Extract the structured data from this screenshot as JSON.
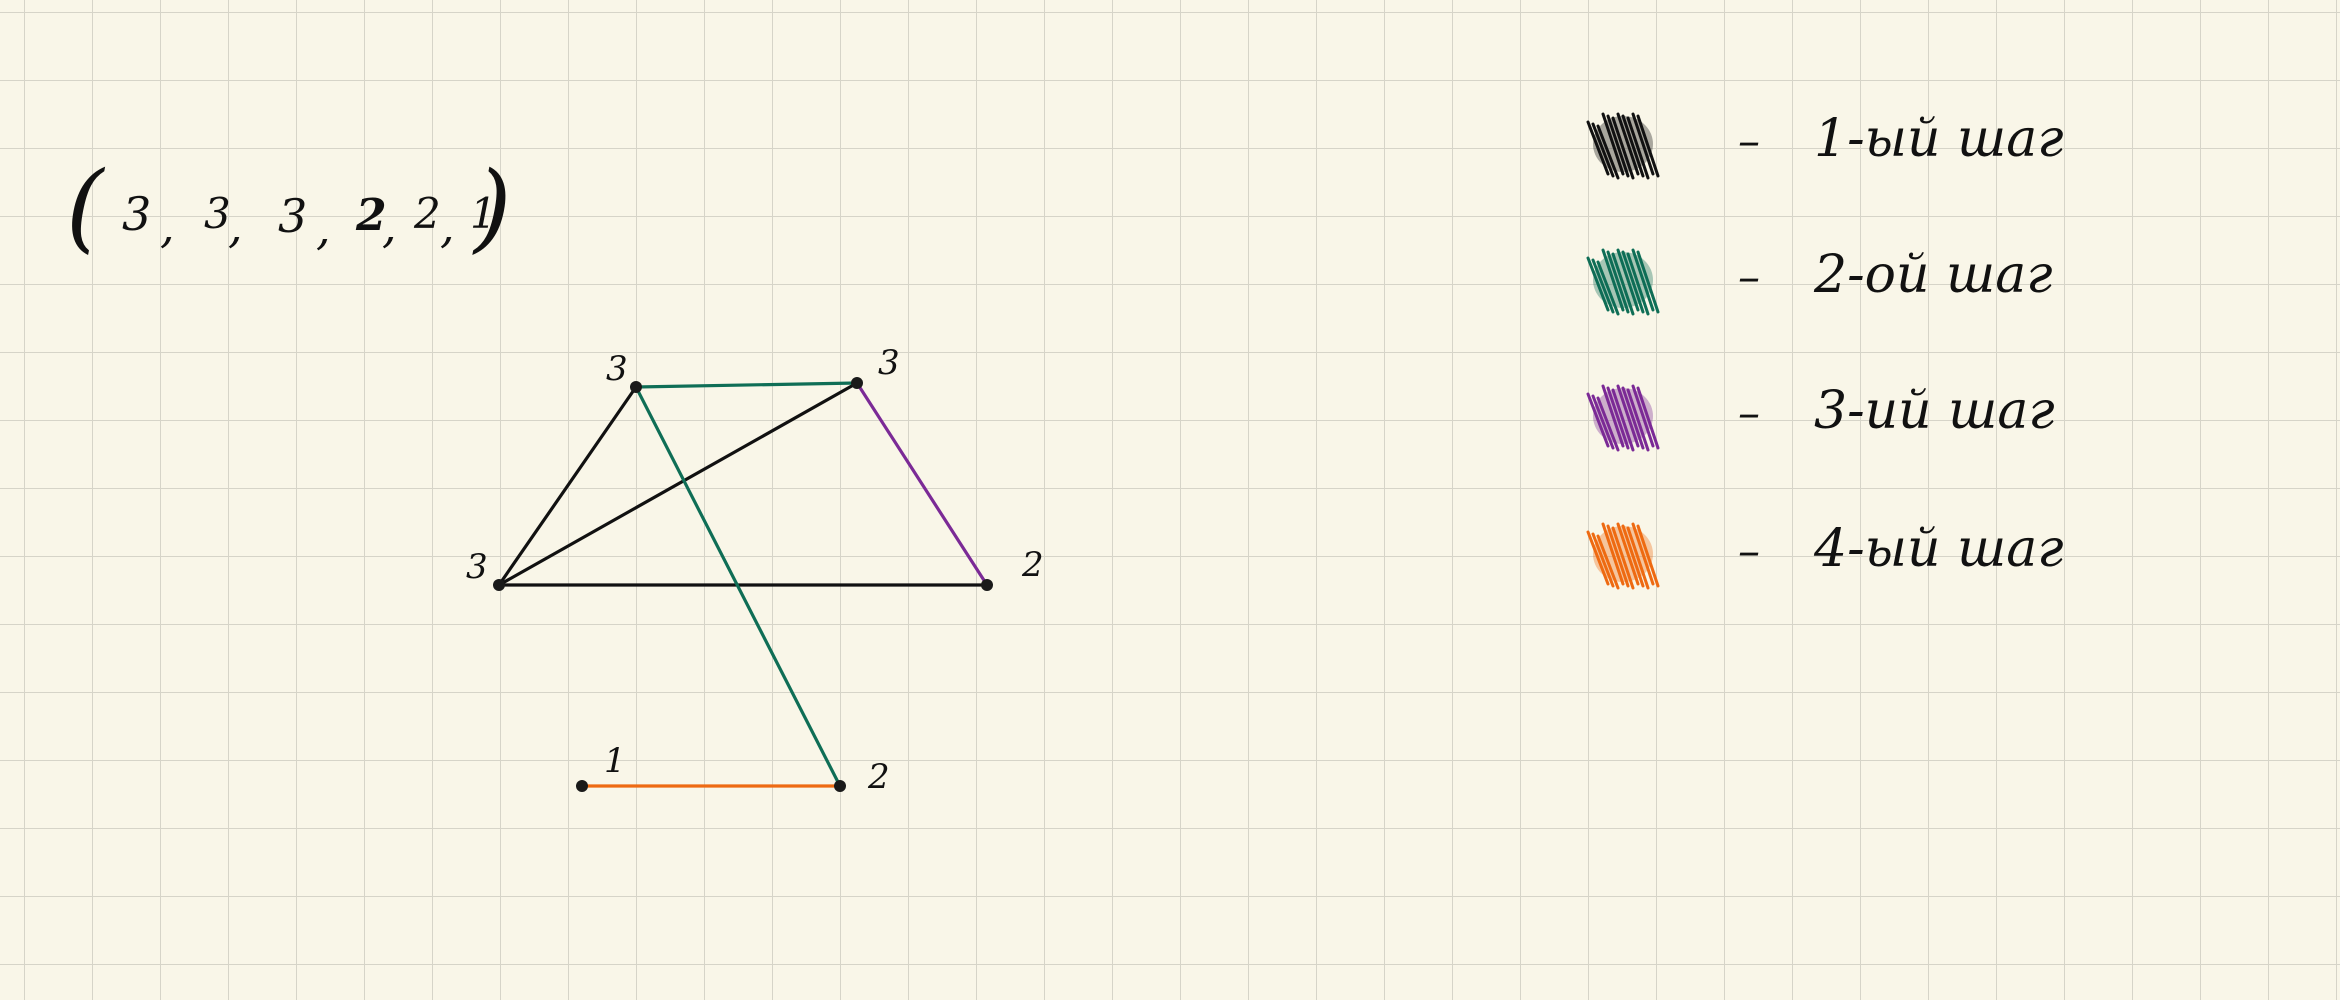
{
  "sequence": {
    "values": [
      "3",
      "3",
      "3",
      "2",
      "2",
      "1"
    ]
  },
  "graph": {
    "nodes": [
      {
        "id": "a",
        "label": "3"
      },
      {
        "id": "b",
        "label": "3"
      },
      {
        "id": "c",
        "label": "3"
      },
      {
        "id": "d",
        "label": "2"
      },
      {
        "id": "e",
        "label": "1"
      },
      {
        "id": "f",
        "label": "2"
      }
    ],
    "edges": [
      {
        "from": "c",
        "to": "a",
        "step": 1
      },
      {
        "from": "c",
        "to": "b",
        "step": 1
      },
      {
        "from": "c",
        "to": "d",
        "step": 1
      },
      {
        "from": "a",
        "to": "b",
        "step": 2
      },
      {
        "from": "a",
        "to": "f",
        "step": 2
      },
      {
        "from": "b",
        "to": "d",
        "step": 3
      },
      {
        "from": "e",
        "to": "f",
        "step": 4
      }
    ]
  },
  "legend": {
    "items": [
      {
        "step": 1,
        "color": "#111111",
        "dash": "–",
        "label": "1-ый шаг"
      },
      {
        "step": 2,
        "color": "#0f6e56",
        "dash": "–",
        "label": "2-ой шаг"
      },
      {
        "step": 3,
        "color": "#7b2a96",
        "dash": "–",
        "label": "3-ий шаг"
      },
      {
        "step": 4,
        "color": "#ee6a12",
        "dash": "–",
        "label": "4-ый шаг"
      }
    ]
  },
  "colors": {
    "background": "#f9f6e8",
    "grid": "#d6d4c8",
    "ink": "#111111"
  }
}
